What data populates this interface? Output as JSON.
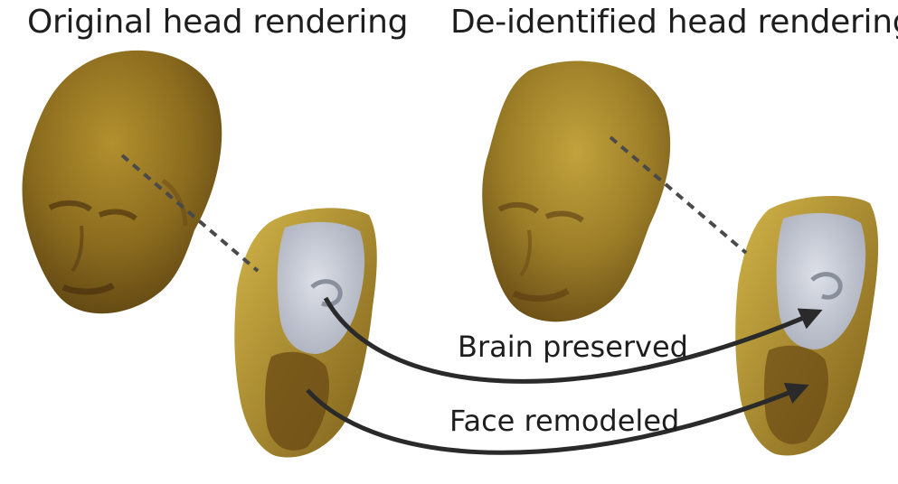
{
  "titles": {
    "original": "Original head rendering",
    "deidentified": "De-identified head rendering"
  },
  "arrows": {
    "brain_label": "Brain preserved",
    "face_label": "Face remodeled"
  },
  "colors": {
    "skin_light": "#c8a83a",
    "skin_mid": "#9a7a22",
    "skin_dark": "#5e3f14",
    "brain": "#c7cbd6",
    "arrow": "#2a2a2a"
  }
}
